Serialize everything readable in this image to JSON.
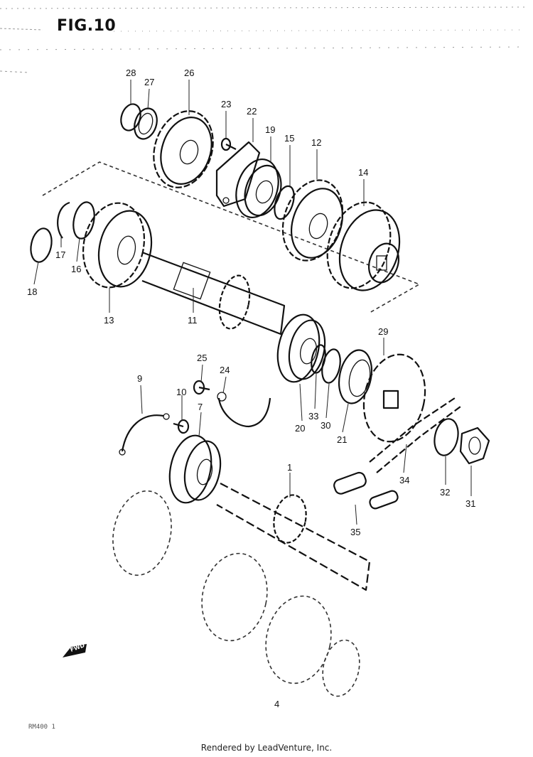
{
  "figure": {
    "title": "FIG.10",
    "footer": "Rendered by LeadVenture, Inc.",
    "corner_code": "RM400 1",
    "fwd_arrow_text": "FWD"
  },
  "parts": [
    {
      "id": "28",
      "label": "28"
    },
    {
      "id": "27",
      "label": "27"
    },
    {
      "id": "26",
      "label": "26"
    },
    {
      "id": "23",
      "label": "23"
    },
    {
      "id": "22",
      "label": "22"
    },
    {
      "id": "19",
      "label": "19"
    },
    {
      "id": "15",
      "label": "15"
    },
    {
      "id": "12",
      "label": "12"
    },
    {
      "id": "14",
      "label": "14"
    },
    {
      "id": "17",
      "label": "17"
    },
    {
      "id": "16",
      "label": "16"
    },
    {
      "id": "18",
      "label": "18"
    },
    {
      "id": "13",
      "label": "13"
    },
    {
      "id": "11",
      "label": "11"
    },
    {
      "id": "29",
      "label": "29"
    },
    {
      "id": "25",
      "label": "25"
    },
    {
      "id": "24",
      "label": "24"
    },
    {
      "id": "9",
      "label": "9"
    },
    {
      "id": "10",
      "label": "10"
    },
    {
      "id": "7",
      "label": "7"
    },
    {
      "id": "20",
      "label": "20"
    },
    {
      "id": "33",
      "label": "33"
    },
    {
      "id": "30",
      "label": "30"
    },
    {
      "id": "21",
      "label": "21"
    },
    {
      "id": "34",
      "label": "34"
    },
    {
      "id": "32",
      "label": "32"
    },
    {
      "id": "31",
      "label": "31"
    },
    {
      "id": "1",
      "label": "1"
    },
    {
      "id": "35",
      "label": "35"
    },
    {
      "id": "4",
      "label": "4"
    }
  ]
}
